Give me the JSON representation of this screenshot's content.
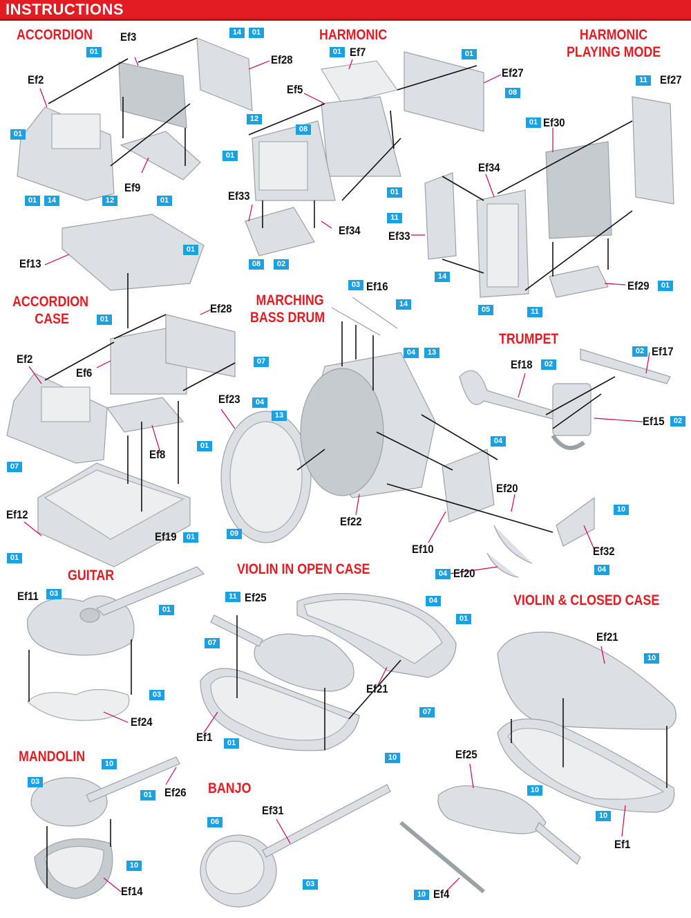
{
  "header": {
    "title": "INSTRUCTIONS"
  },
  "sections": {
    "accordion": "ACCORDION",
    "harmonic": "HARMONIC",
    "harmonic_playing_mode": [
      "HARMONIC",
      "PLAYING MODE"
    ],
    "accordion_case": [
      "ACCORDION",
      "CASE"
    ],
    "marching_bass_drum": [
      "MARCHING",
      "BASS DRUM"
    ],
    "trumpet": "TRUMPET",
    "guitar": "GUITAR",
    "violin_in_open_case": "VIOLIN IN OPEN CASE",
    "violin_closed_case": "VIOLIN & CLOSED CASE",
    "mandolin": "MANDOLIN",
    "banjo": "BANJO"
  },
  "parts": {
    "ef1": "Ef1",
    "ef2": "Ef2",
    "ef3": "Ef3",
    "ef4": "Ef4",
    "ef5": "Ef5",
    "ef6": "Ef6",
    "ef7": "Ef7",
    "ef8": "Ef8",
    "ef9": "Ef9",
    "ef10": "Ef10",
    "ef11": "Ef11",
    "ef12": "Ef12",
    "ef13": "Ef13",
    "ef14": "Ef14",
    "ef15": "Ef15",
    "ef16": "Ef16",
    "ef17": "Ef17",
    "ef18": "Ef18",
    "ef19": "Ef19",
    "ef20": "Ef20",
    "ef21": "Ef21",
    "ef22": "Ef22",
    "ef23": "Ef23",
    "ef24": "Ef24",
    "ef25": "Ef25",
    "ef26": "Ef26",
    "ef27": "Ef27",
    "ef28": "Ef28",
    "ef29": "Ef29",
    "ef30": "Ef30",
    "ef31": "Ef31",
    "ef32": "Ef32",
    "ef33": "Ef33",
    "ef34": "Ef34"
  },
  "colors": {
    "01": "01",
    "02": "02",
    "03": "03",
    "04": "04",
    "05": "05",
    "06": "06",
    "07": "07",
    "08": "08",
    "09": "09",
    "10": "10",
    "11": "11",
    "12": "12",
    "13": "13",
    "14": "14"
  },
  "palette": {
    "header_red": "#e31b23",
    "title_red": "#e31b23",
    "badge_blue": "#1ba1e2",
    "part_grey": "#dcdfe3",
    "leader_magenta": "#d3005a"
  }
}
